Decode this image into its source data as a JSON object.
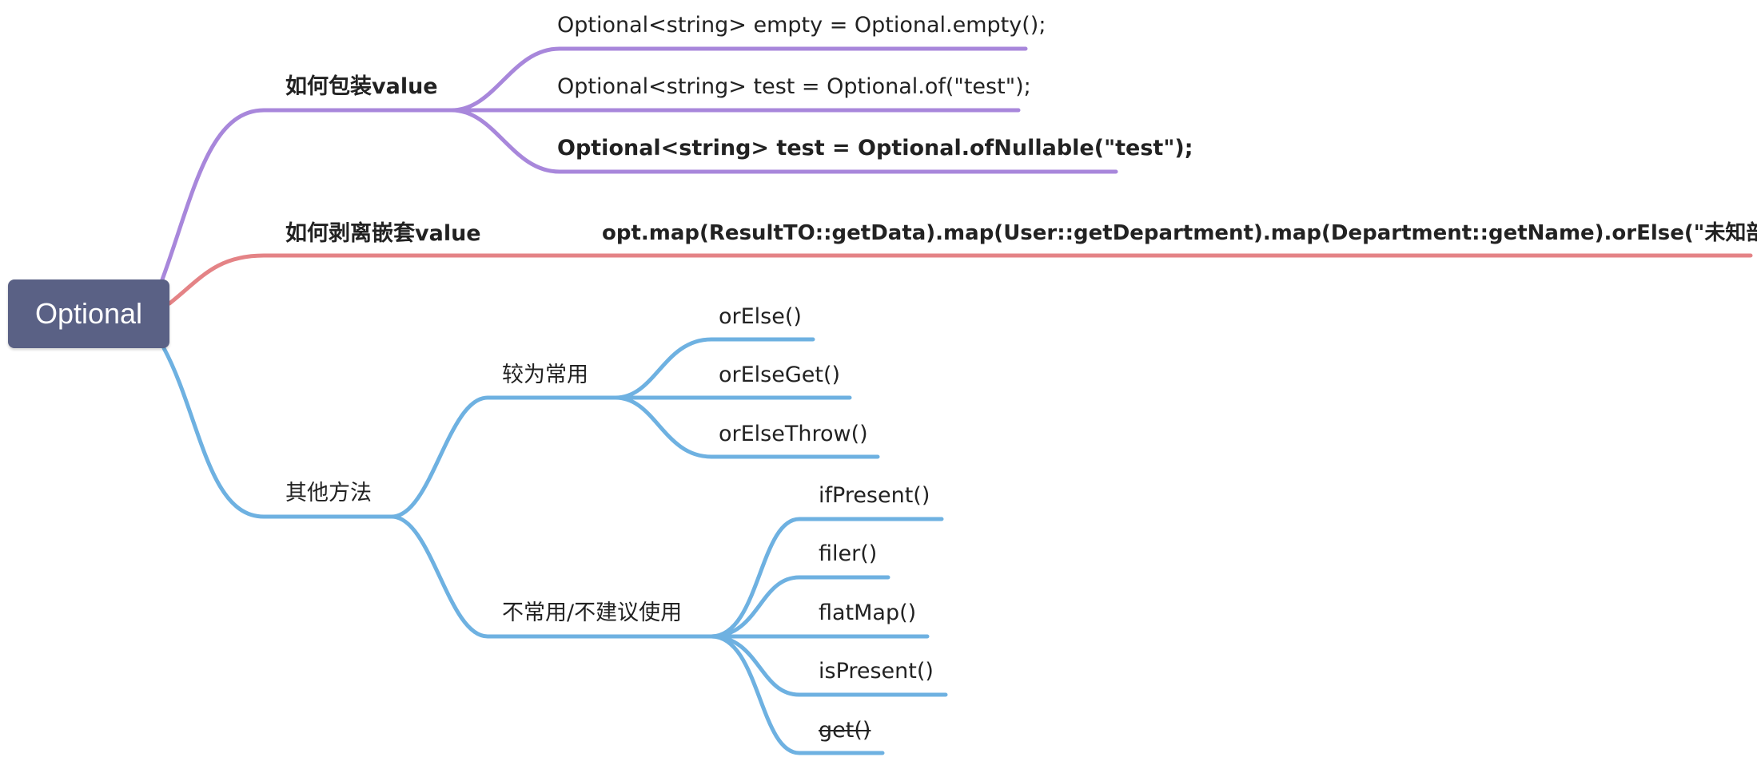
{
  "root": {
    "label": "Optional"
  },
  "colors": {
    "wrap_branch": "#a887db",
    "unwrap_branch": "#e48386",
    "other_branch": "#6eb1e1",
    "root_fill": "#5a6185"
  },
  "branches": {
    "wrap": {
      "label": "如何包装value",
      "children": [
        "Optional<string> empty = Optional.empty();",
        "Optional<string> test = Optional.of(\"test\");",
        "Optional<string> test = Optional.ofNullable(\"test\");"
      ]
    },
    "unwrap": {
      "label": "如何剥离嵌套value",
      "children": [
        "opt.map(ResultTO::getData).map(User::getDepartment).map(Department::getName).orElse(\"未知部门\");"
      ]
    },
    "other": {
      "label": "其他方法",
      "common": {
        "label": "较为常用",
        "children": [
          "orElse()",
          "orElseGet()",
          "orElseThrow()"
        ]
      },
      "uncommon": {
        "label": "不常用/不建议使用",
        "children": [
          "ifPresent()",
          "filer()",
          "flatMap()",
          "isPresent()",
          "get()"
        ]
      }
    }
  }
}
